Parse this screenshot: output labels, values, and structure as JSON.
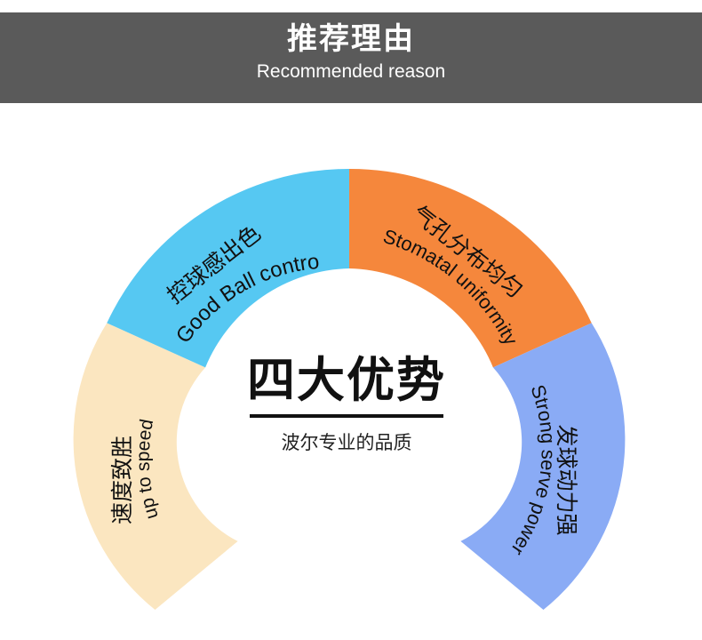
{
  "header": {
    "title": "推荐理由",
    "subtitle": "Recommended reason"
  },
  "center": {
    "title": "四大优势",
    "subtitle": "波尔专业的品质"
  },
  "segments": [
    {
      "cn": "速度致胜",
      "en": "up to speed",
      "color": "#fbe6c0"
    },
    {
      "cn": "控球感出色",
      "en": "Good Ball control",
      "color": "#56c8f2"
    },
    {
      "cn": "气孔分布均匀",
      "en": "Stomatal uniformity",
      "color": "#f5873c"
    },
    {
      "cn": "发球动力强",
      "en": "Strong serve power",
      "color": "#8aabf5"
    }
  ],
  "colors": {
    "banner": "#5a5a5a",
    "text_dark": "#111111"
  }
}
